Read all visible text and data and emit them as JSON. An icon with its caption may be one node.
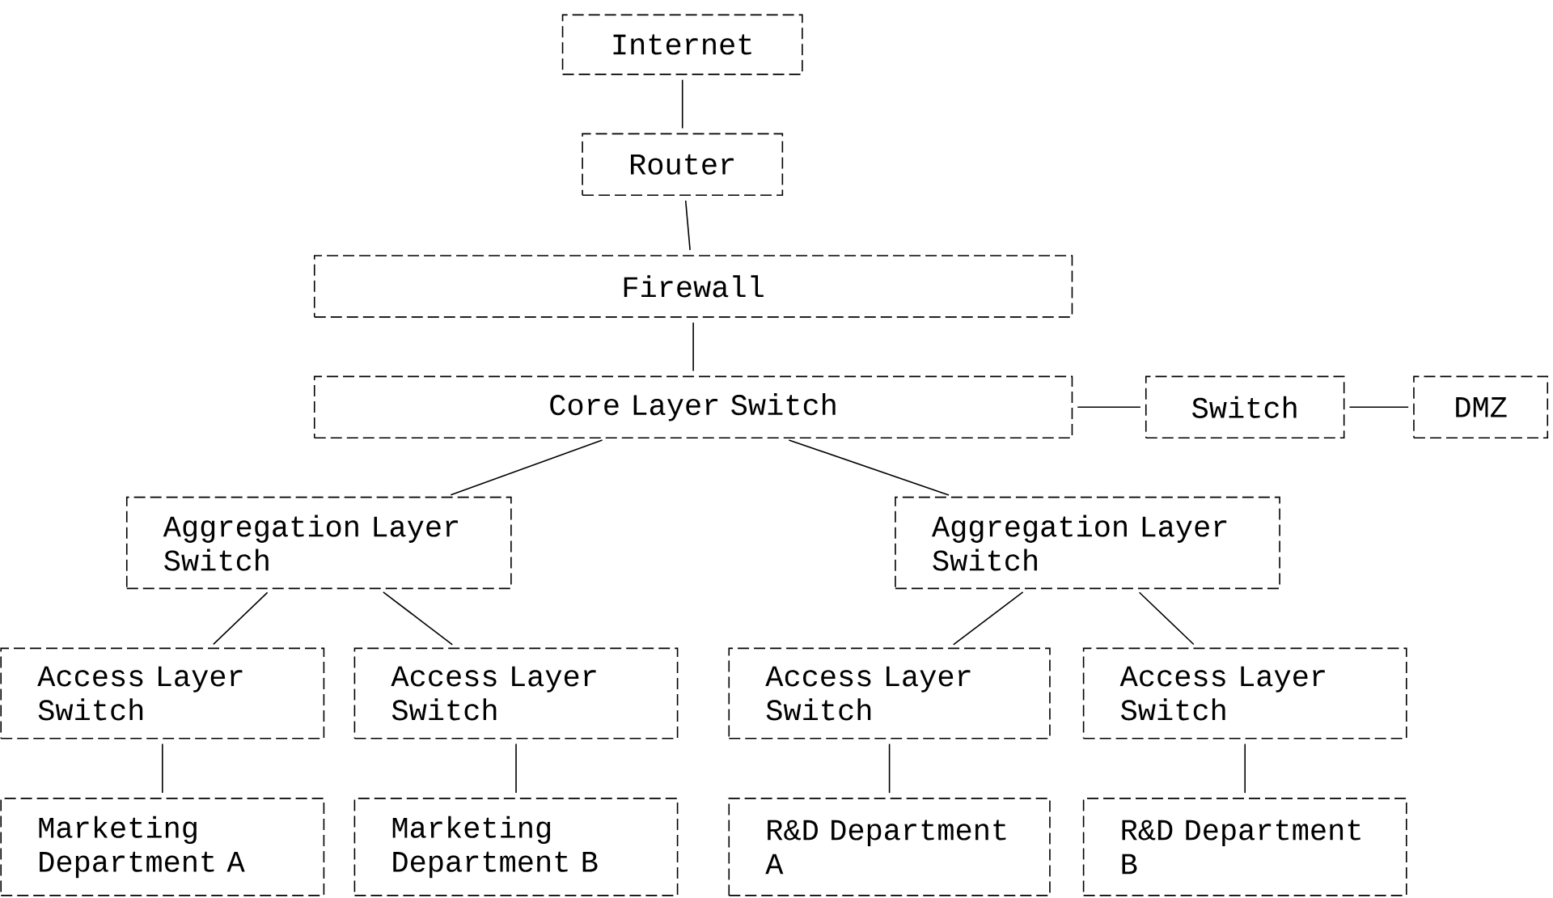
{
  "diagram": {
    "nodes": [
      {
        "text": [
          "Internet"
        ]
      },
      {
        "text": [
          "Router"
        ]
      },
      {
        "text": [
          "Firewall"
        ]
      },
      {
        "text": [
          "Core Layer Switch"
        ]
      },
      {
        "text": [
          "Switch"
        ]
      },
      {
        "text": [
          "DMZ"
        ]
      },
      {
        "text": [
          "Aggregation Layer Switch"
        ]
      },
      {
        "text": [
          "Aggregation Layer Switch"
        ]
      },
      {
        "text": [
          "Access Layer Switch"
        ]
      },
      {
        "text": [
          "Access Layer Switch"
        ]
      },
      {
        "text": [
          "Access Layer Switch"
        ]
      },
      {
        "text": [
          "Access Layer Switch"
        ]
      },
      {
        "text": [
          "Marketing Department A"
        ]
      },
      {
        "text": [
          "Marketing Department B"
        ]
      },
      {
        "text": [
          "R&D Department A"
        ]
      },
      {
        "text": [
          "R&D Department B"
        ]
      }
    ],
    "edges": [
      {
        "from": 0,
        "to": 1,
        "arrow": "none"
      },
      {
        "from": 1,
        "to": 2,
        "arrow": "none"
      },
      {
        "from": 2,
        "to": 3,
        "arrow": "none"
      },
      {
        "from": 3,
        "to": 4,
        "arrow": "none"
      },
      {
        "from": 4,
        "to": 5,
        "arrow": "none"
      },
      {
        "from": 3,
        "to": 6,
        "arrow": "none"
      },
      {
        "from": 3,
        "to": 7,
        "arrow": "none"
      },
      {
        "from": 6,
        "to": 8,
        "arrow": "none"
      },
      {
        "from": 6,
        "to": 9,
        "arrow": "none"
      },
      {
        "from": 7,
        "to": 10,
        "arrow": "none"
      },
      {
        "from": 7,
        "to": 11,
        "arrow": "none"
      },
      {
        "from": 8,
        "to": 12,
        "arrow": "none"
      },
      {
        "from": 9,
        "to": 13,
        "arrow": "none"
      },
      {
        "from": 10,
        "to": 14,
        "arrow": "none"
      },
      {
        "from": 11,
        "to": 15,
        "arrow": "none"
      }
    ]
  }
}
